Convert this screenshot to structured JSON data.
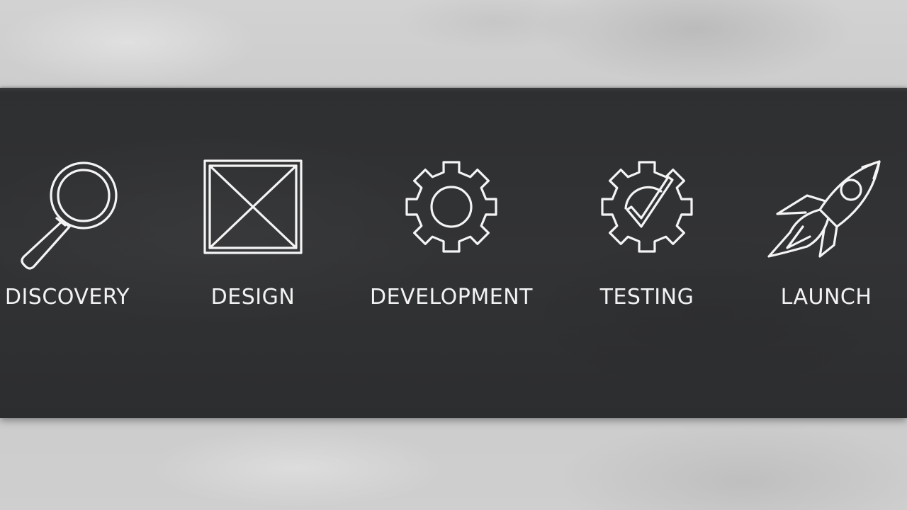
{
  "colors": {
    "background": "#c9c9c9",
    "board": "#2f3032",
    "icon": "#f4f4f4",
    "text": "#f2f2f2"
  },
  "steps": [
    {
      "label": "DISCOVERY",
      "icon": "magnifier-icon"
    },
    {
      "label": "DESIGN",
      "icon": "wireframe-icon"
    },
    {
      "label": "DEVELOPMENT",
      "icon": "gear-icon"
    },
    {
      "label": "TESTING",
      "icon": "gear-check-icon"
    },
    {
      "label": "LAUNCH",
      "icon": "rocket-icon"
    }
  ]
}
